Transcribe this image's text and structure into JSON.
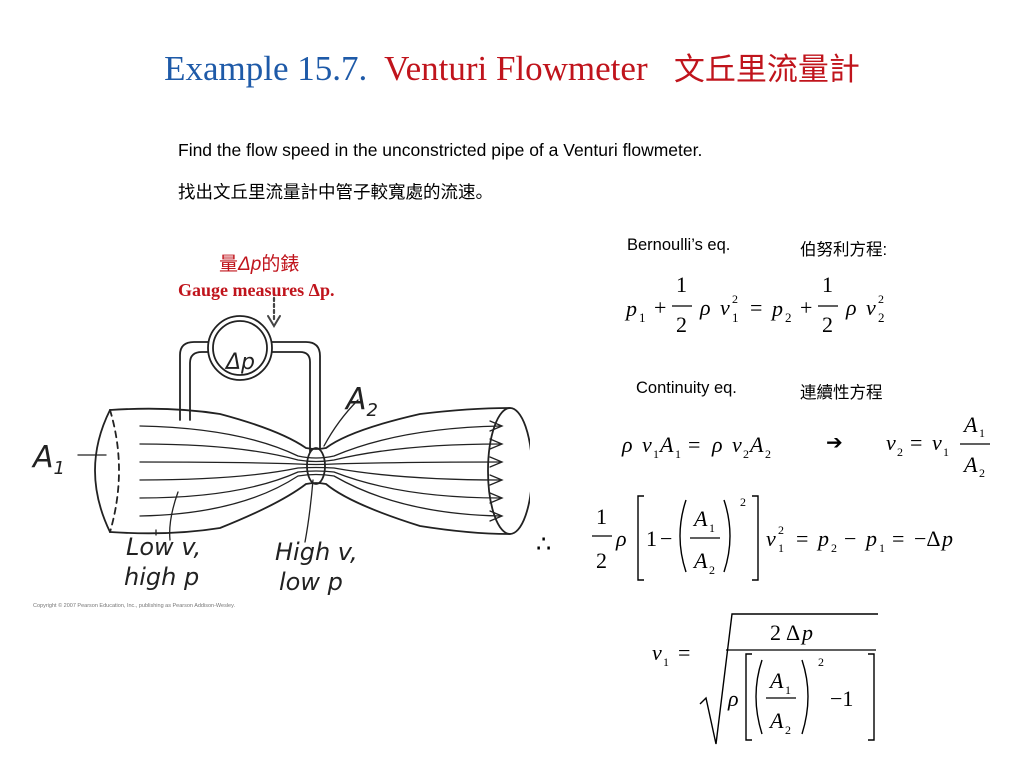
{
  "slide": {
    "title_prefix": "Example 15.7.",
    "title_main": "Venturi Flowmeter",
    "title_chinese": "文丘里流量計"
  },
  "problem": {
    "english": "Find the flow speed in the unconstricted pipe of a Venturi flowmeter.",
    "chinese": "找出文丘里流量計中管子較寬處的流速。"
  },
  "figure": {
    "gauge_label_chinese_a": "量",
    "gauge_label_chinese_symbol": "Δp",
    "gauge_label_chinese_b": "的錶",
    "gauge_label_english": "Gauge measures Δp.",
    "gauge_dial": "Δp",
    "a1": "A",
    "a1_sub": "1",
    "a2": "A",
    "a2_sub": "2",
    "low_v_line1": "Low v,",
    "low_v_line2": "high p",
    "high_v_line1": "High v,",
    "high_v_line2": "low p",
    "copyright": "Copyright © 2007 Pearson Education, Inc., publishing as Pearson Addison-Wesley."
  },
  "equations": {
    "bernoulli_label": "Bernoulli’s eq.",
    "bernoulli_chinese": "伯努利方程:",
    "continuity_label": "Continuity eq.",
    "continuity_chinese": "連續性方程",
    "arrow": "➔",
    "therefore": "∴"
  }
}
